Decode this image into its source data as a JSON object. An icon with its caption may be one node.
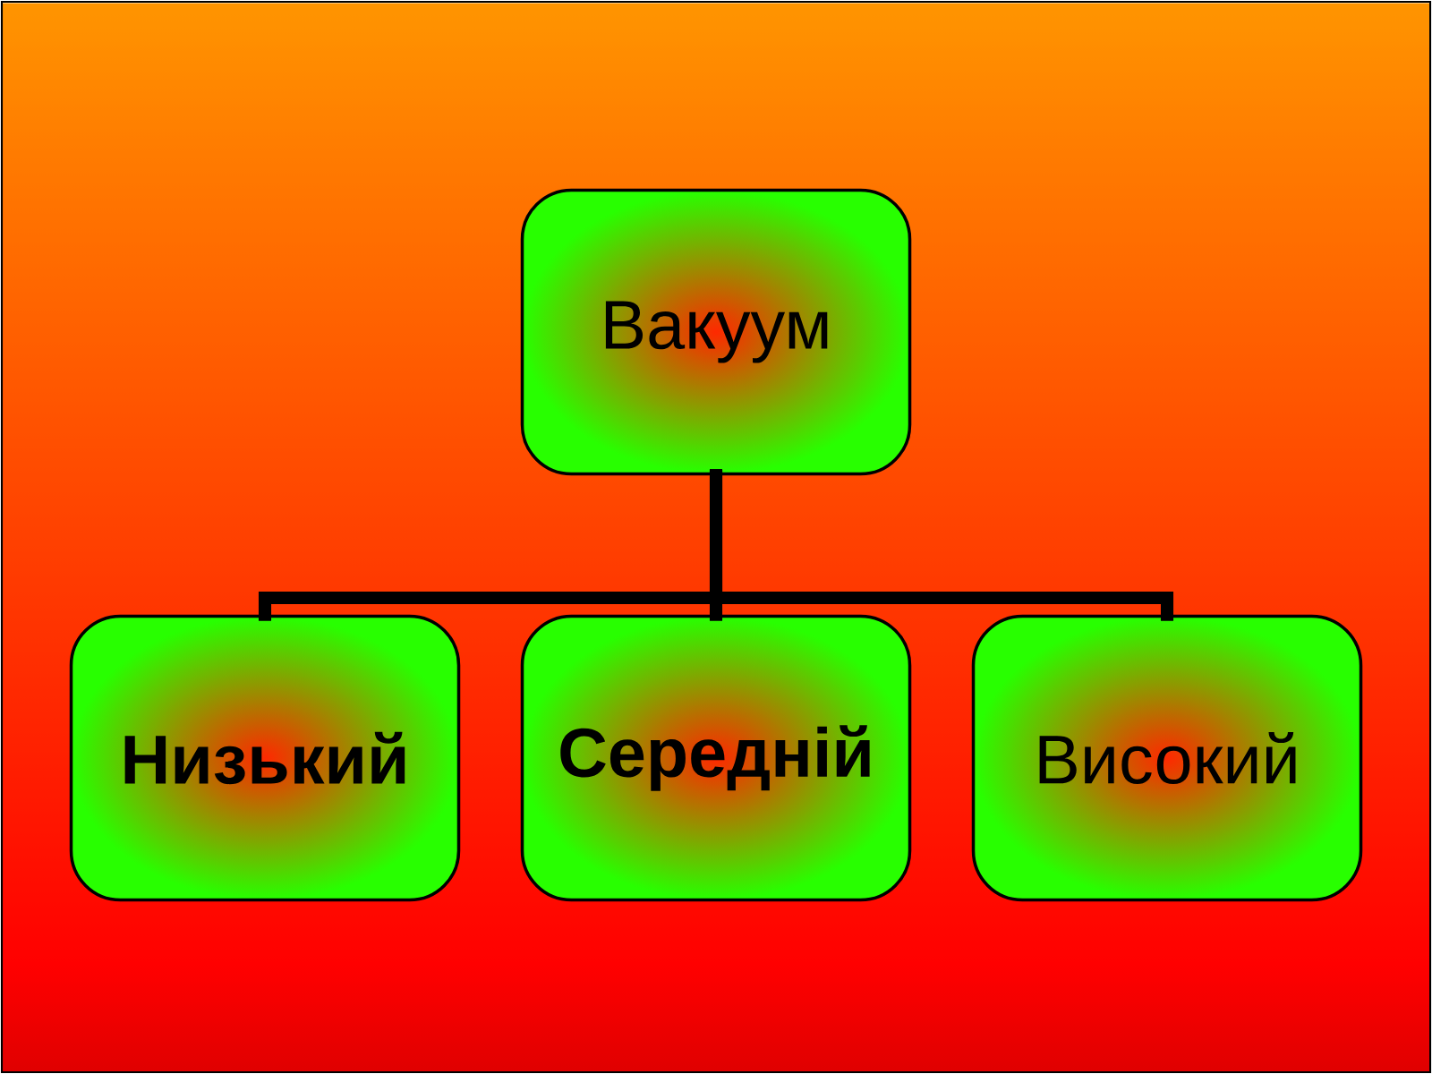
{
  "diagram": {
    "nodes": [
      {
        "text": [
          "Вакуум"
        ]
      },
      {
        "text": [
          "Низький"
        ]
      },
      {
        "text": [
          "Середній"
        ]
      },
      {
        "text": [
          "Високий"
        ]
      }
    ],
    "edges": [
      {
        "from": 0,
        "to": 1,
        "arrow": "none"
      },
      {
        "from": 0,
        "to": 2,
        "arrow": "none"
      },
      {
        "from": 0,
        "to": 3,
        "arrow": "none"
      }
    ]
  }
}
